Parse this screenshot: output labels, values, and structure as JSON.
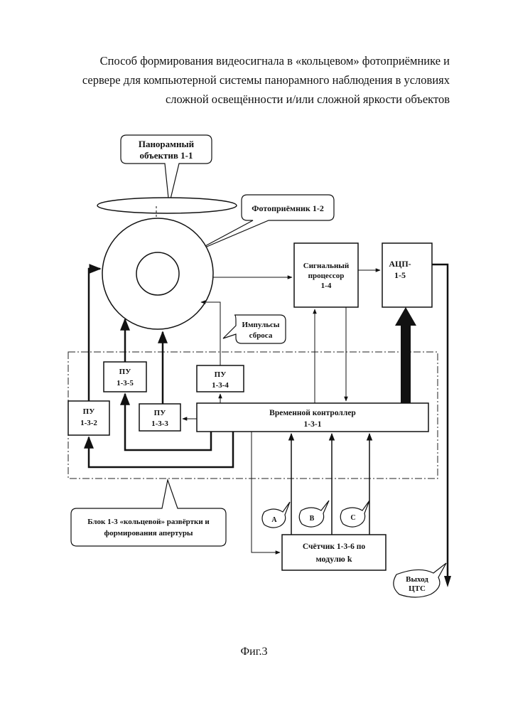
{
  "title": {
    "line1": "Способ формирования видеосигнала в «кольцевом» фотоприёмнике и",
    "line2": "сервере для компьютерной  системы панорамного  наблюдения в условиях",
    "line3": "сложной освещённости и/или сложной яркости объектов"
  },
  "callouts": {
    "lens": {
      "line1": "Панорамный",
      "line2": "объектив 1-1"
    },
    "photodetector": "Фотоприёмник 1-2",
    "reset_pulses": {
      "line1": "Импульсы",
      "line2": "сброса"
    },
    "block": {
      "line1": "Блок 1-3 «кольцевой» развёртки и",
      "line2": "формирования апертуры"
    },
    "output": {
      "line1": "Выход",
      "line2": "ЦТС"
    }
  },
  "blocks": {
    "signal_processor": {
      "line1": "Сигнальный",
      "line2": "процессор",
      "line3": "1-4"
    },
    "adc": {
      "line1": "АЦП-",
      "line2": "1-5"
    },
    "pu_1_3_2": {
      "line1": "ПУ",
      "line2": "1-3-2"
    },
    "pu_1_3_3": {
      "line1": "ПУ",
      "line2": "1-3-3"
    },
    "pu_1_3_4": {
      "line1": "ПУ",
      "line2": "1-3-4"
    },
    "pu_1_3_5": {
      "line1": "ПУ",
      "line2": "1-3-5"
    },
    "timing_controller": {
      "line1": "Временной контроллер",
      "line2": "1-3-1"
    },
    "counter": {
      "line1": "Счётчик 1-3-6 по",
      "line2": "модулю k"
    }
  },
  "inputs": {
    "a": "A",
    "b": "B",
    "c": "C"
  },
  "caption": "Фиг.3"
}
